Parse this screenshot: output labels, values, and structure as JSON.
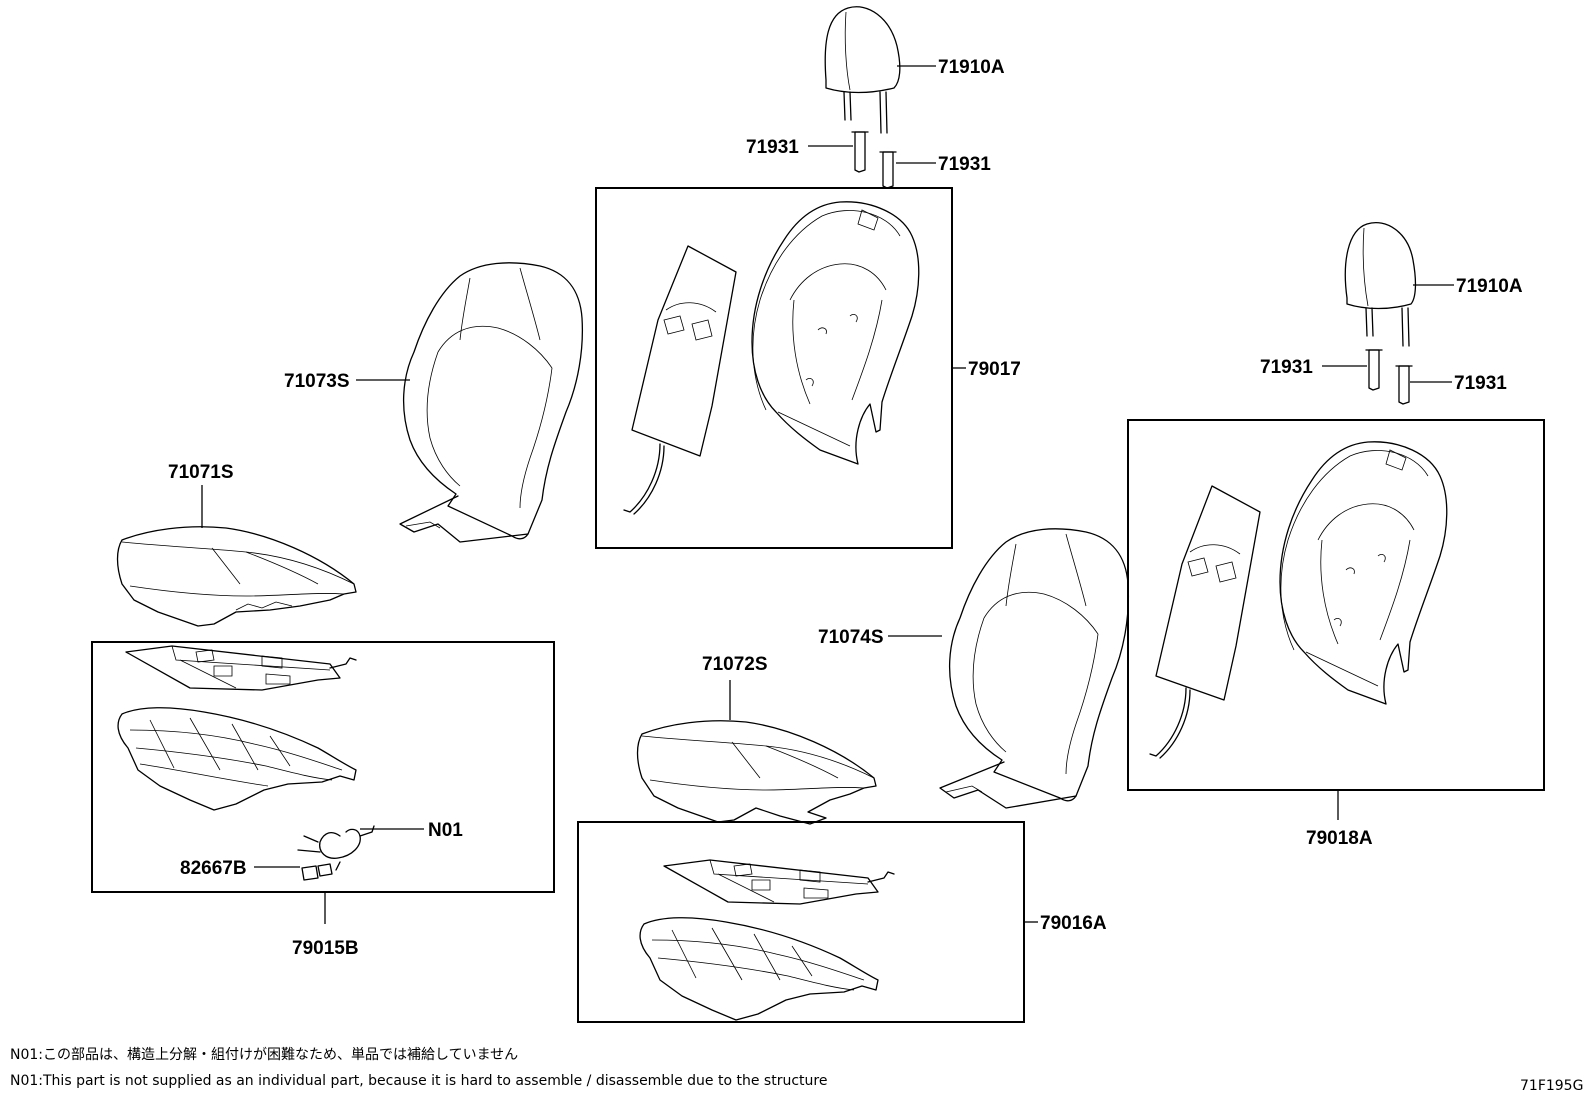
{
  "labels": {
    "headrest_top": "71910A",
    "guide_top_left": "71931",
    "guide_top_right": "71931",
    "headrest_right": "71910A",
    "guide_right_left": "71931",
    "guide_right_right": "71931",
    "back_cover_left": "71073S",
    "back_assy_center": "79017",
    "cushion_cover_left": "71071S",
    "back_cover_right": "71074S",
    "cushion_cover_center": "71072S",
    "back_assy_right": "79018A",
    "harness": "N01",
    "connector": "82667B",
    "cushion_assy_left": "79015B",
    "cushion_assy_center": "79016A"
  },
  "notes": {
    "jp": "N01:この部品は、構造上分解・組付けが困難なため、単品では補給していません",
    "en": "N01:This part is not supplied as an individual part, because it is hard to assemble / disassemble due to the structure"
  },
  "diagram_code": "71F195G"
}
